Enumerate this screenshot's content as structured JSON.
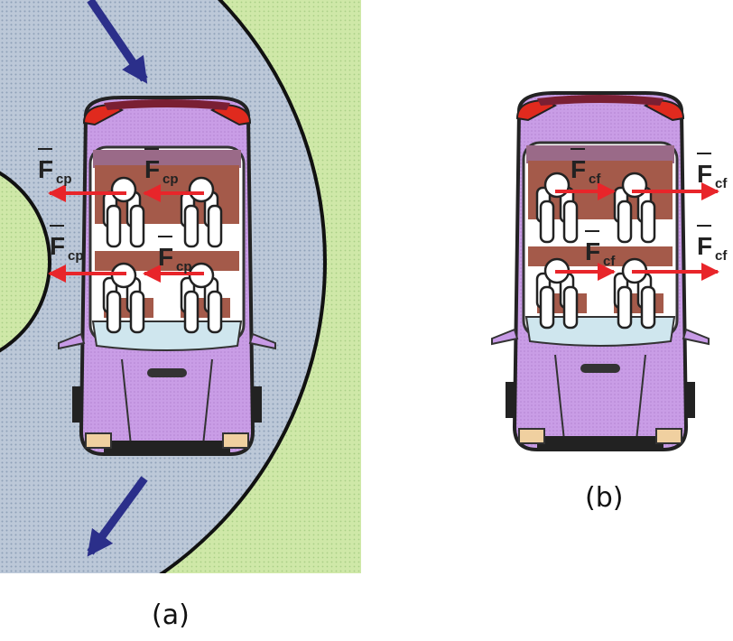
{
  "panel_a": {
    "caption": "(a)",
    "forces": [
      {
        "symbol": "F",
        "subscript": "cp"
      },
      {
        "symbol": "F",
        "subscript": "cp"
      },
      {
        "symbol": "F",
        "subscript": "cp"
      },
      {
        "symbol": "F",
        "subscript": "cp"
      }
    ]
  },
  "panel_b": {
    "caption": "(b)",
    "forces": [
      {
        "symbol": "F",
        "subscript": "cf"
      },
      {
        "symbol": "F",
        "subscript": "cf"
      },
      {
        "symbol": "F",
        "subscript": "cf"
      },
      {
        "symbol": "F",
        "subscript": "cf"
      }
    ]
  },
  "colors": {
    "grass": "#c8e6a4",
    "road": "#b9c6d6",
    "car_body": "#c79ae6",
    "car_roof": "#b48ad6",
    "seat": "#a45a4a",
    "force_arrow": "#e8252a",
    "motion_arrow": "#2b2f8a",
    "lights": "#e02a1e"
  }
}
